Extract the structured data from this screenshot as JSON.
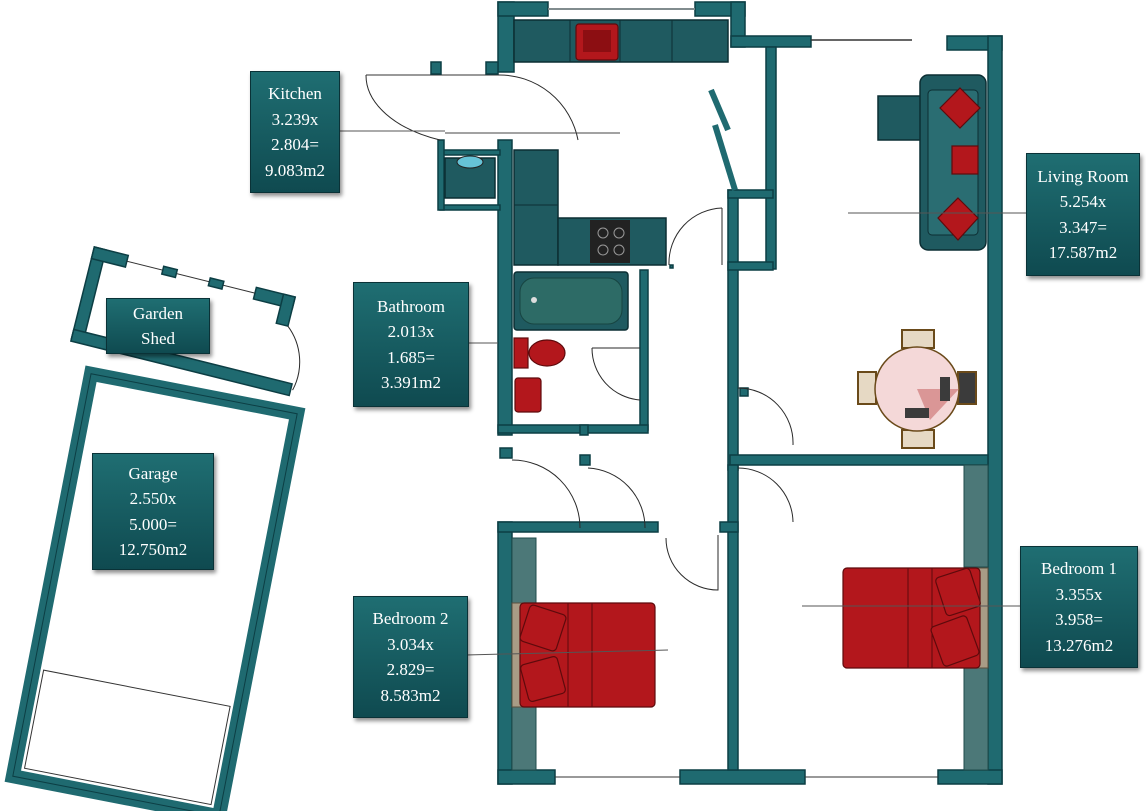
{
  "title": "Floor plan",
  "rooms": [
    {
      "key": "kitchen",
      "name": "Kitchen",
      "width": "3.239x",
      "depth": "2.804=",
      "area": "9.083m2"
    },
    {
      "key": "living",
      "name": "Living Room",
      "width": "5.254x",
      "depth": "3.347=",
      "area": "17.587m2"
    },
    {
      "key": "bathroom",
      "name": "Bathroom",
      "width": "2.013x",
      "depth": "1.685=",
      "area": "3.391m2"
    },
    {
      "key": "shed",
      "name_line1": "Garden",
      "name_line2": "Shed"
    },
    {
      "key": "garage",
      "name": "Garage",
      "width": "2.550x",
      "depth": "5.000=",
      "area": "12.750m2"
    },
    {
      "key": "bedroom2",
      "name": "Bedroom 2",
      "width": "3.034x",
      "depth": "2.829=",
      "area": "8.583m2"
    },
    {
      "key": "bedroom1",
      "name": "Bedroom 1",
      "width": "3.355x",
      "depth": "3.958=",
      "area": "13.276m2"
    }
  ],
  "colors": {
    "wall": "#1f6a70",
    "accent": "#b3171c",
    "label_bg": "#0f4a50"
  }
}
